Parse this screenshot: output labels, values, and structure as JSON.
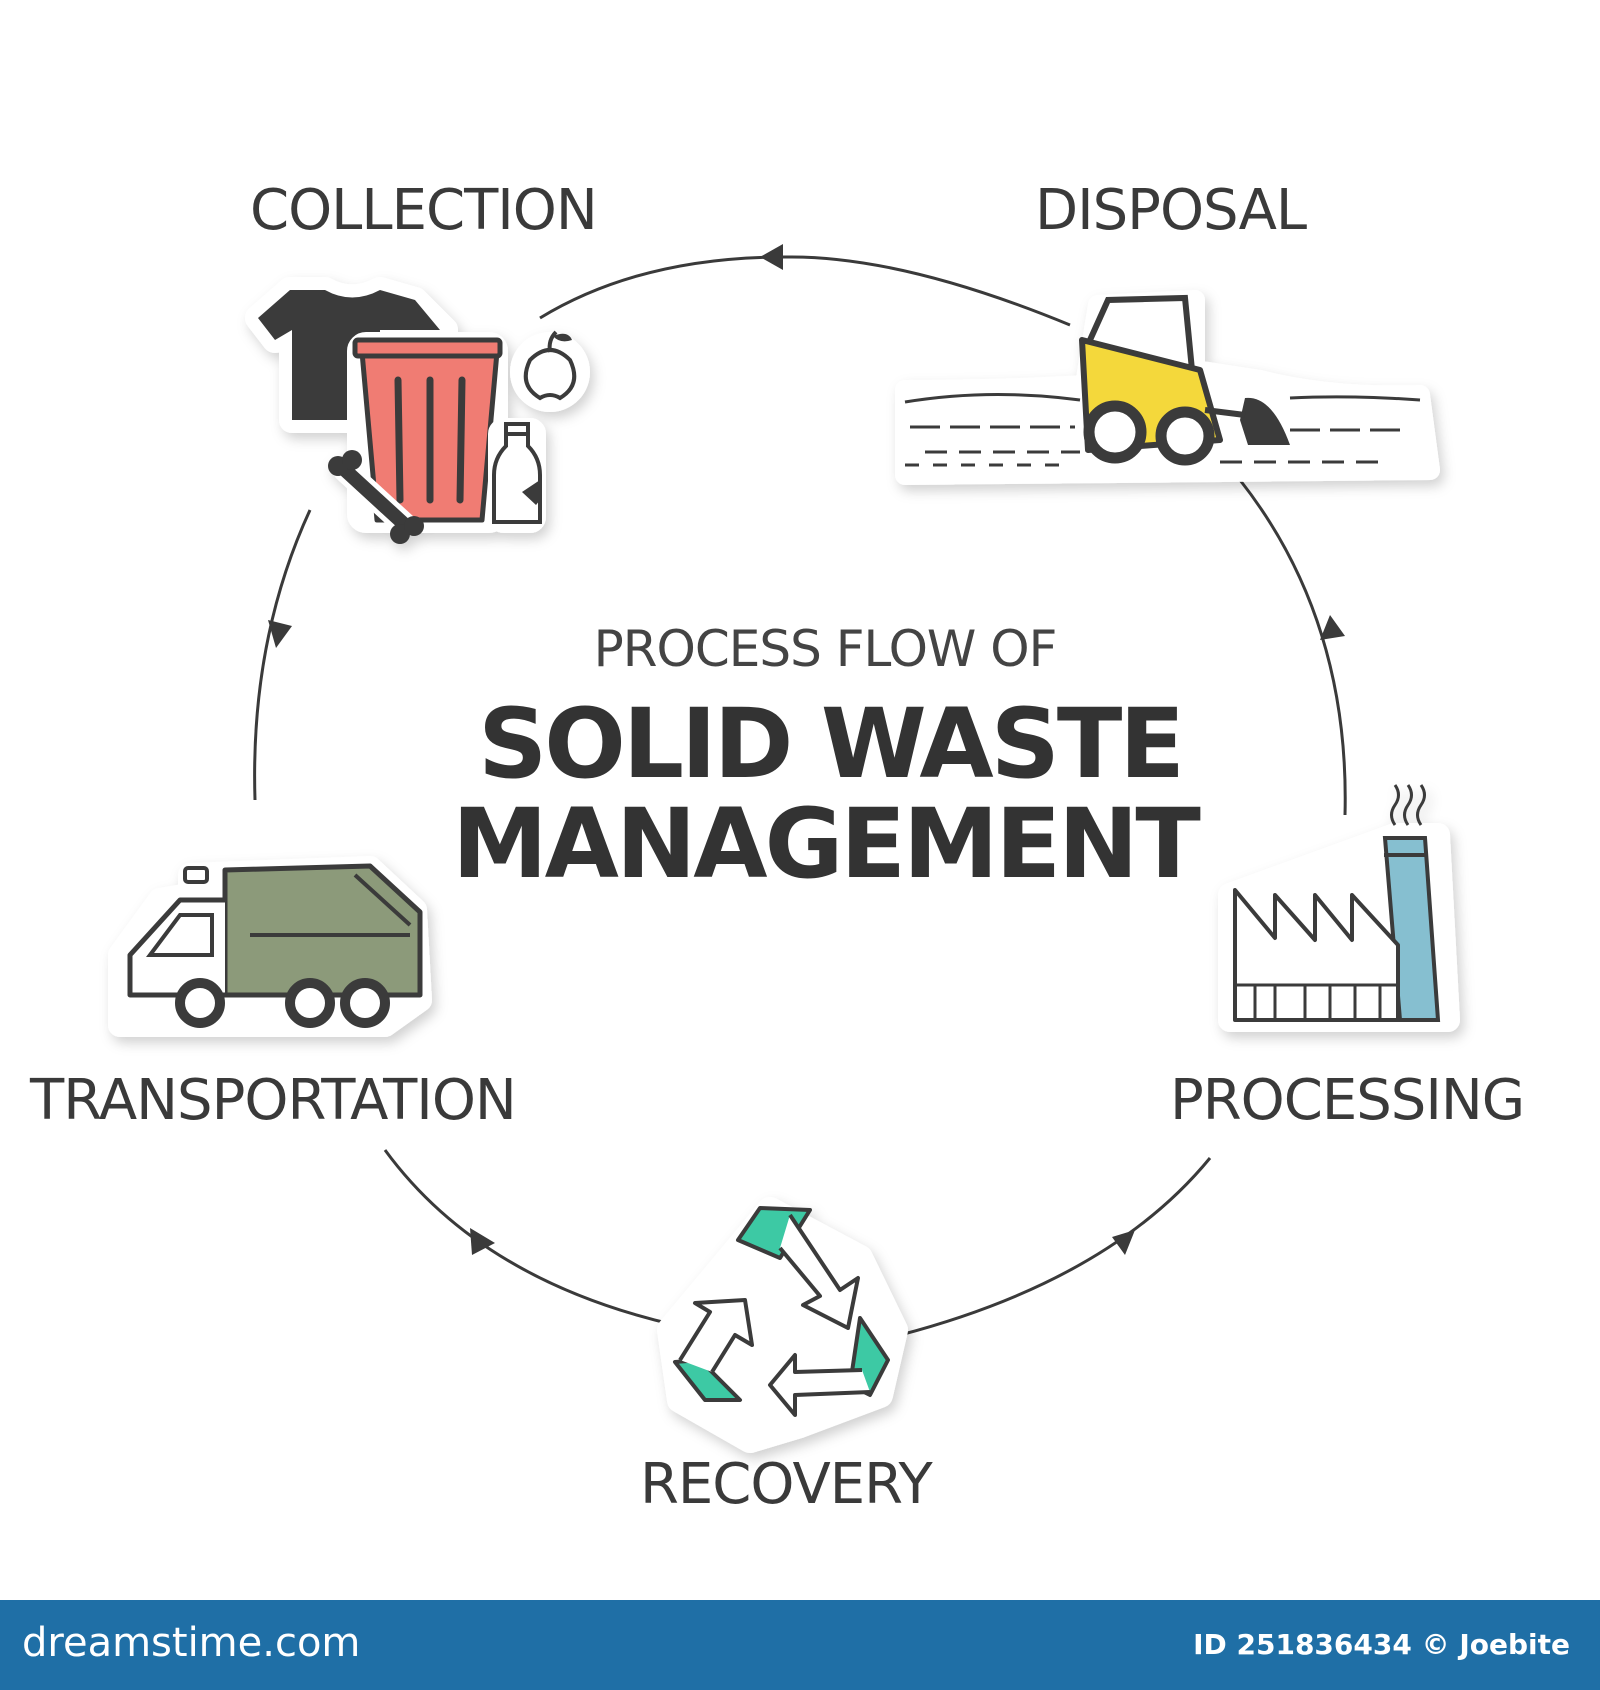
{
  "diagram": {
    "subtitle": "PROCESS FLOW OF",
    "title_line1": "SOLID WASTE",
    "title_line2": "MANAGEMENT",
    "steps": {
      "collection": "COLLECTION",
      "disposal": "DISPOSAL",
      "transportation": "TRANSPORTATION",
      "processing": "PROCESSING",
      "recovery": "RECOVERY"
    },
    "icons": {
      "collection": "trash-bin-icon",
      "disposal": "bulldozer-icon",
      "transportation": "garbage-truck-icon",
      "processing": "factory-icon",
      "recovery": "recycle-icon"
    },
    "colors": {
      "bin": "#f07b73",
      "dozer": "#f4d83a",
      "truck": "#8c9a7a",
      "chimney": "#86bfd0",
      "recycle": "#3ec9a4",
      "dark": "#3a3a3a"
    }
  },
  "footer": {
    "brand": "dreamstime.com",
    "id_text": "ID 251836434 © Joebite"
  }
}
